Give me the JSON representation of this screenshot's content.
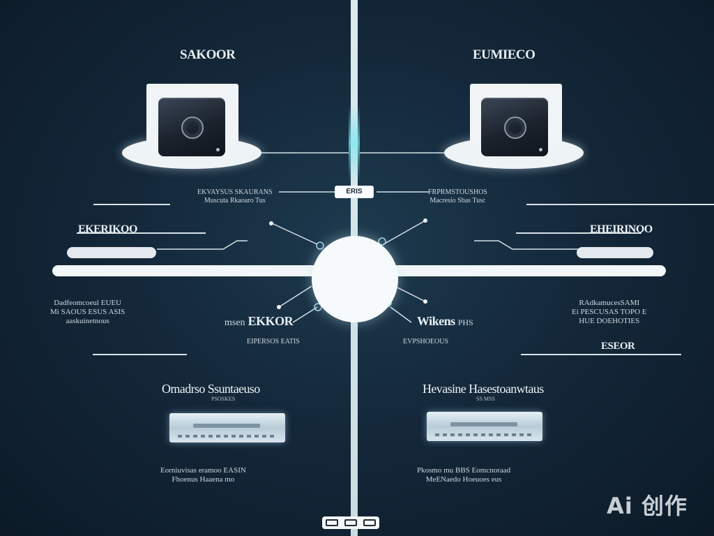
{
  "nodes": {
    "top_left_title": "SAKOOR",
    "top_right_title": "EUMIECO",
    "center_pill": "ERIS",
    "top_left_caption": [
      "EKVAYSUS SKAURANS",
      "Muscuta Rkaoaro Tus"
    ],
    "top_right_caption": [
      "FRPRMSTOUSHOS",
      "Macresio Sbas Tusc"
    ],
    "mid_left_label": "EKERIKOO",
    "mid_right_label": "EHEIRINOO",
    "left_desc": [
      "Dadfeomcoeul EUEU",
      "Mi SAOUS ESUS ASIS",
      "aaskuinetnous"
    ],
    "right_desc": [
      "RAdkamucesSAMI",
      "Ei PESCUSAS TOPO E",
      "HUE DOEHOTIES"
    ],
    "center_left_label": [
      "msen",
      "EKKOR"
    ],
    "center_left_caption": "EIPERSOS EATIS",
    "center_right_label": [
      "Wikens",
      "PHS"
    ],
    "center_right_caption": "EVPSHOEOUS",
    "right_small_label": "ESEOR",
    "bottom_left_title": "Omadrso Ssuntaeuso",
    "bottom_left_sub": "PSOSKES",
    "bottom_right_title": "Hevasine Hasestoanwtaus",
    "bottom_right_sub": "SS MSS",
    "bottom_left_caption": [
      "Eorniuvisas eramoo EASIN",
      "Fhoenus Haaena mo"
    ],
    "bottom_right_caption": [
      "Pkosmo mu BBS Eomcnoraad",
      "MeENaedo Hoeuoes eus"
    ]
  },
  "watermark": "Ai 创作",
  "colors": {
    "background": "#14283a",
    "line": "#f2f6f8",
    "accent_glow": "#78e6f0"
  }
}
